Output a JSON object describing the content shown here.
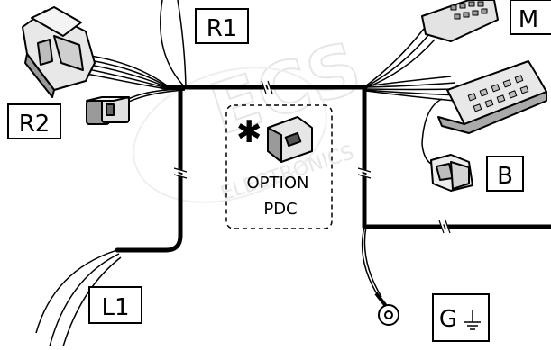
{
  "watermark": {
    "brand": "ECS",
    "subtitle": "ELECTRONICS"
  },
  "labels": {
    "r1": "R1",
    "r2": "R2",
    "m": "M",
    "b": "B",
    "l1": "L1",
    "g": "G"
  },
  "option": {
    "asterisk": "✱",
    "line1": "OPTION",
    "line2": "PDC"
  },
  "colors": {
    "ink": "#000000",
    "connector_fill": "#e6e6e6",
    "connector_dark": "#8a8a8a",
    "watermark": "#dcdcdc"
  }
}
